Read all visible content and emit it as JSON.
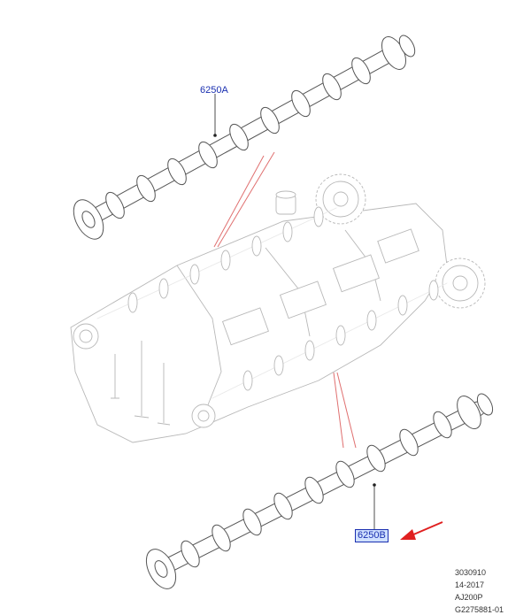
{
  "callouts": {
    "upper_camshaft": "6250A",
    "lower_camshaft": "6250B"
  },
  "reference": {
    "line1": "3030910",
    "line2": "14-2017",
    "line3": "AJ200P",
    "line4": "G2275881-01"
  },
  "colors": {
    "callout_text": "#1a2fb0",
    "callout_highlight": "#cfe0ff",
    "leader_red": "#e07070",
    "pointer_arrow": "#e02020",
    "line_art": "#555555"
  }
}
